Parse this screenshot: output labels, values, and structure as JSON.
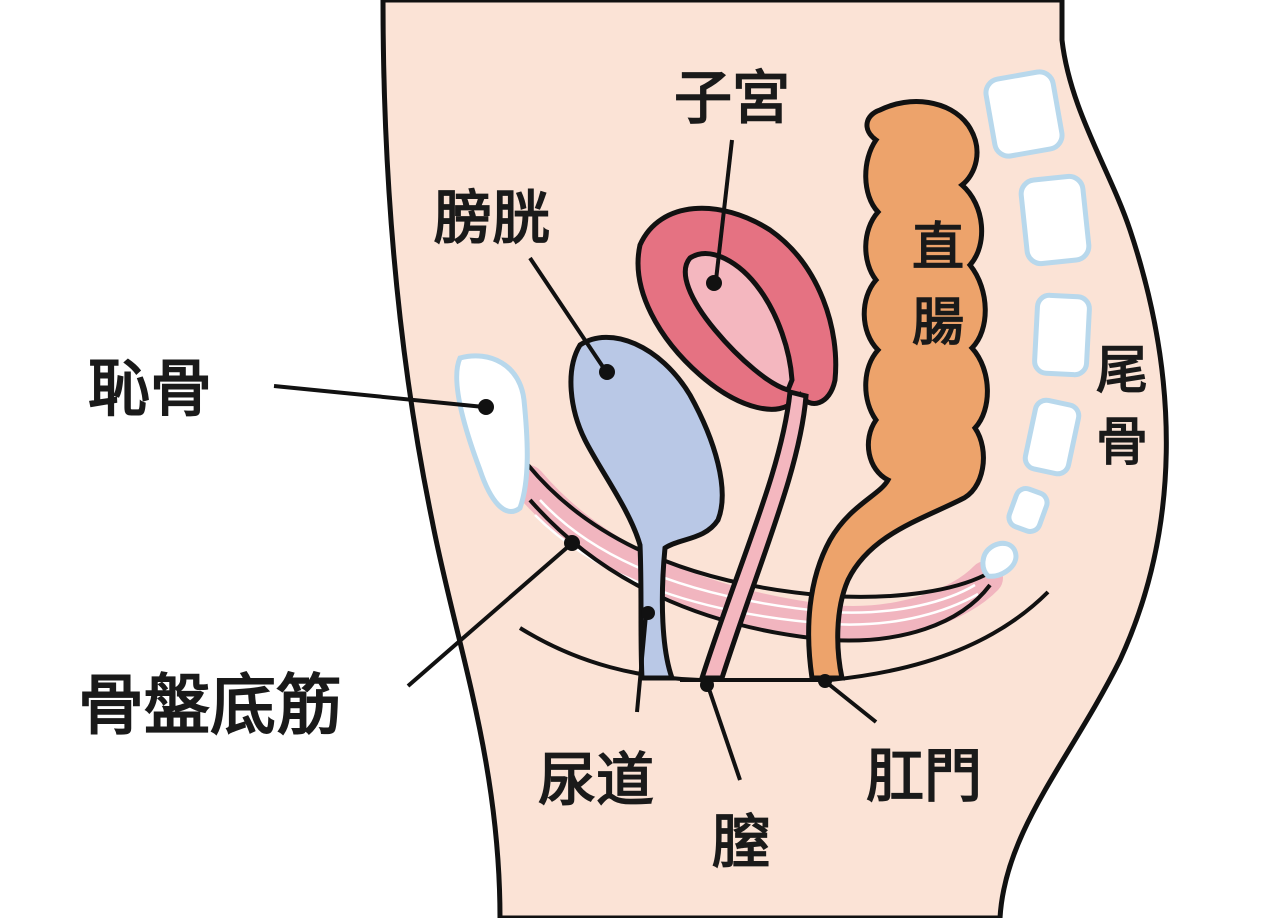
{
  "labels": {
    "uterus": "子宮",
    "bladder": "膀胱",
    "rectum_line1": "直",
    "rectum_line2": "腸",
    "pubic_bone": "恥骨",
    "coccyx_line1": "尾",
    "coccyx_line2": "骨",
    "pelvic_floor": "骨盤底筋",
    "urethra": "尿道",
    "vagina": "膣",
    "anus": "肛門"
  },
  "colors": {
    "skin": "#fbe3d6",
    "outline": "#111111",
    "bladder": "#b9c8e6",
    "uterus_outer": "#e57282",
    "uterus_inner": "#f4b7bf",
    "rectum": "#eda36b",
    "bone": "#ffffff",
    "bone_outline": "#b8d8ec",
    "muscle": "#f1b5bf",
    "muscle_stripe": "#ffffff"
  }
}
